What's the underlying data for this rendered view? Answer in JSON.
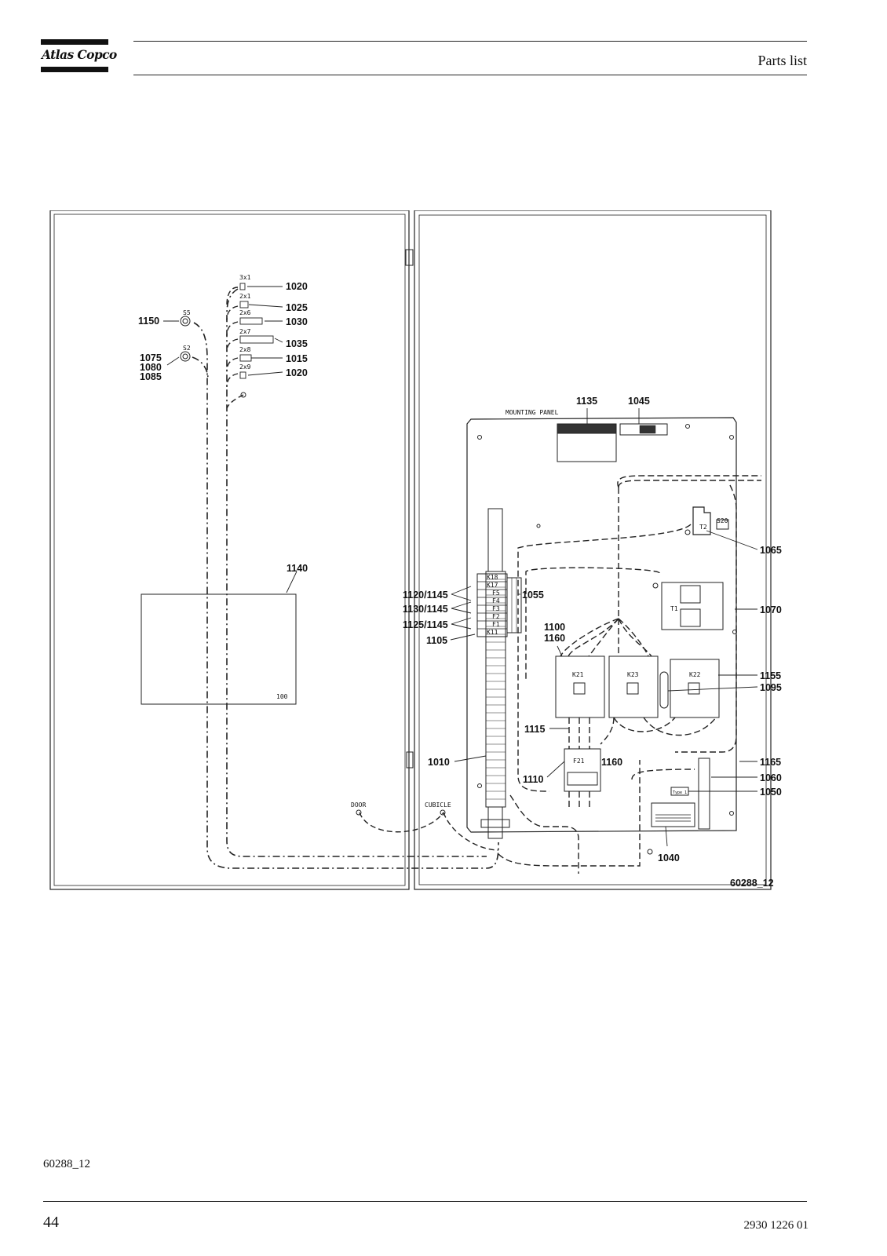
{
  "header": {
    "brand": "Atlas Copco",
    "section_title": "Parts list"
  },
  "figure": {
    "door_labels": {
      "s5": "S5",
      "s2": "S2",
      "door": "DOOR",
      "cubicle": "CUBICLE",
      "box_100": "100"
    },
    "cable_sizes": [
      "3x1",
      "2x1",
      "2x6",
      "2x7",
      "2x8",
      "2x9"
    ],
    "callouts_left": {
      "c1020a": "1020",
      "c1025": "1025",
      "c1030": "1030",
      "c1035": "1035",
      "c1015": "1015",
      "c1020b": "1020",
      "c1150": "1150",
      "c1075": "1075",
      "c1080": "1080",
      "c1085": "1085",
      "c1140": "1140"
    },
    "callouts_right": {
      "c1135": "1135",
      "c1045": "1045",
      "c1065": "1065",
      "c1070": "1070",
      "c1055": "1055",
      "c1120": "1120/1145",
      "c1130": "1130/1145",
      "c1125": "1125/1145",
      "c1105": "1105",
      "c1100": "1100",
      "c1160a": "1160",
      "c1155": "1155",
      "c1095": "1095",
      "c1115": "1115",
      "c1010": "1010",
      "c1160b": "1160",
      "c1110": "1110",
      "c1165": "1165",
      "c1060": "1060",
      "c1050": "1050",
      "c1040": "1040"
    },
    "panel_labels": {
      "mounting_panel": "MOUNTING PANEL",
      "s20": "S20",
      "t2": "T2",
      "t1": "T1",
      "k21": "K21",
      "k23": "K23",
      "k22": "K22",
      "f21": "F21",
      "k18": "K18",
      "k17": "K17",
      "f5": "F5",
      "f4": "F4",
      "f3": "F3",
      "f2": "F2",
      "f1": "F1",
      "k11": "K11",
      "type_plate": "Type 1"
    },
    "figure_id": "60288_12"
  },
  "footer": {
    "caption": "60288_12",
    "page_number": "44",
    "document_number": "2930 1226 01"
  }
}
